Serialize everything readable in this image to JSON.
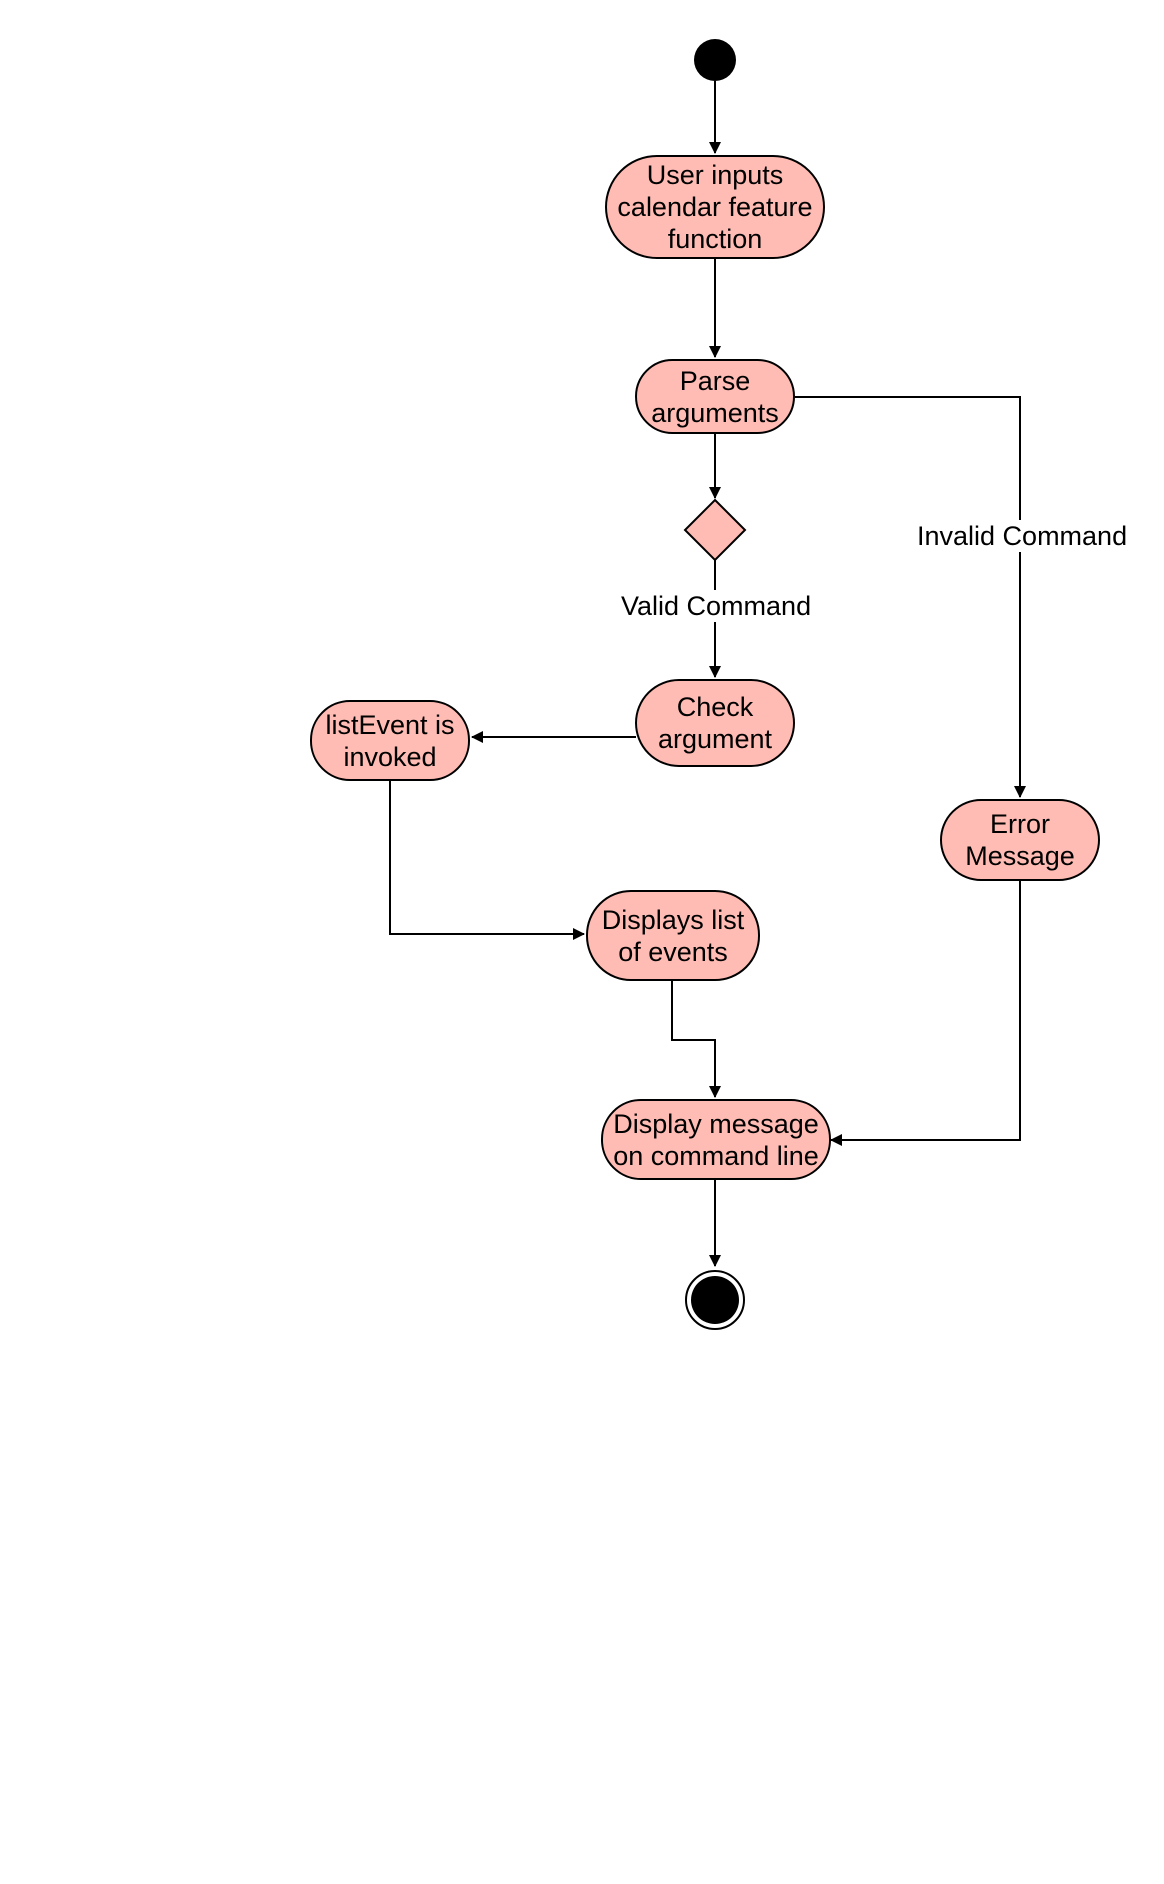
{
  "diagram": {
    "type": "activity-diagram",
    "colors": {
      "activity_fill": "#FFBCB4",
      "stroke": "#000000",
      "background": "#FFFFFF"
    },
    "nodes": {
      "start": "initial node",
      "user_input": "User inputs\ncalendar feature\nfunction",
      "parse_arguments": "Parse\narguments",
      "decision": "decision node",
      "check_argument": "Check\nargument",
      "list_event": "listEvent is\ninvoked",
      "displays_list": "Displays list\nof events",
      "error_message": "Error\nMessage",
      "display_message": "Display message\non command line",
      "end": "final node"
    },
    "edge_labels": {
      "valid": "Valid Command",
      "invalid": "Invalid Command"
    },
    "edges": [
      [
        "start",
        "user_input"
      ],
      [
        "user_input",
        "parse_arguments"
      ],
      [
        "parse_arguments",
        "decision"
      ],
      [
        "decision",
        "check_argument"
      ],
      [
        "parse_arguments",
        "error_message"
      ],
      [
        "check_argument",
        "list_event"
      ],
      [
        "list_event",
        "displays_list"
      ],
      [
        "displays_list",
        "display_message"
      ],
      [
        "error_message",
        "display_message"
      ],
      [
        "display_message",
        "end"
      ]
    ]
  }
}
